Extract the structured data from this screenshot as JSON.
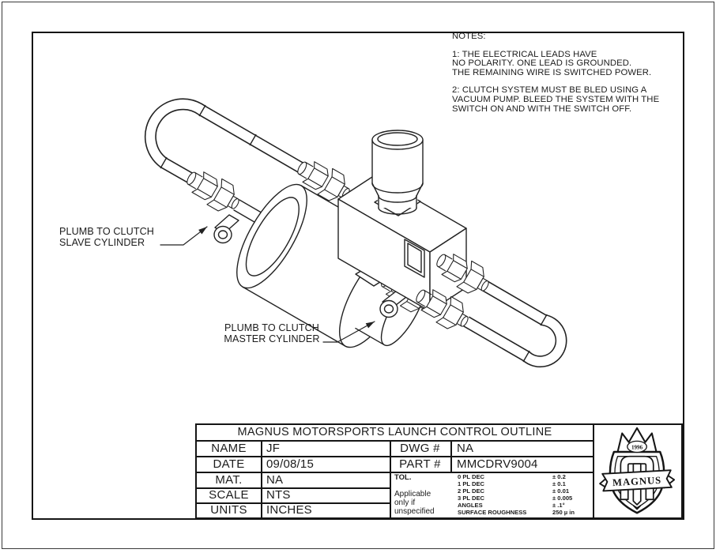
{
  "notes": {
    "heading": "NOTES:",
    "note1_lines": [
      "1: THE ELECTRICAL LEADS HAVE",
      "NO POLARITY. ONE LEAD IS GROUNDED.",
      "THE REMAINING WIRE IS SWITCHED POWER."
    ],
    "note2_lines": [
      "2: CLUTCH SYSTEM MUST BE BLED USING A",
      "VACUUM PUMP. BLEED THE SYSTEM WITH THE",
      "SWITCH ON AND WITH THE SWITCH OFF."
    ]
  },
  "callouts": {
    "slave": {
      "line1": "PLUMB TO CLUTCH",
      "line2": "SLAVE CYLINDER"
    },
    "master": {
      "line1": "PLUMB TO CLUTCH",
      "line2": "MASTER CYLINDER"
    }
  },
  "title_block": {
    "title": "MAGNUS MOTORSPORTS LAUNCH CONTROL OUTLINE",
    "name_label": "NAME",
    "name_value": "JF",
    "date_label": "DATE",
    "date_value": "09/08/15",
    "mat_label": "MAT.",
    "mat_value": "NA",
    "scale_label": "SCALE",
    "scale_value": "NTS",
    "units_label": "UNITS",
    "units_value": "INCHES",
    "dwg_label": "DWG #",
    "dwg_value": "NA",
    "part_label": "PART #",
    "part_value": "MMCDRV9004",
    "tol_label": "TOL.",
    "tol_note_lines": [
      "Applicable",
      "only if",
      "unspecified"
    ],
    "tolerances": [
      {
        "name": "0 PL DEC",
        "value": "± 0.2"
      },
      {
        "name": "1 PL DEC",
        "value": "± 0.1"
      },
      {
        "name": "2 PL DEC",
        "value": "± 0.01"
      },
      {
        "name": "3 PL DEC",
        "value": "± 0.005"
      },
      {
        "name": "ANGLES",
        "value": "± .1°"
      },
      {
        "name": "SURFACE ROUGHNESS",
        "value": "250 µ in"
      }
    ]
  },
  "logo": {
    "banner_text": "MAGNUS",
    "crown_year": "1996"
  }
}
